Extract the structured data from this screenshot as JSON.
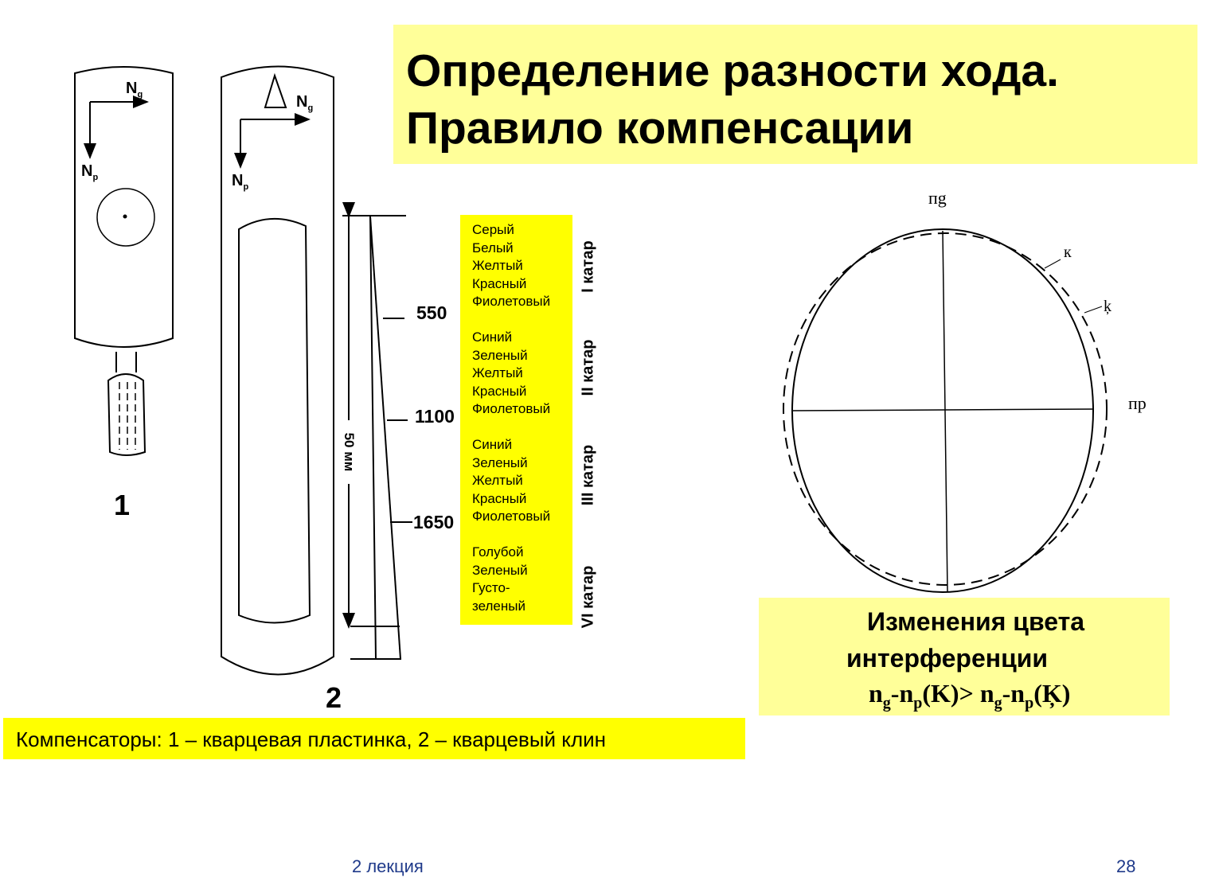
{
  "title": {
    "line1": "Определение разности хода.",
    "line2": "Правило компенсации"
  },
  "compensator1": {
    "label": "1",
    "axis_g": "N",
    "axis_g_sub": "g",
    "axis_p": "N",
    "axis_p_sub": "p"
  },
  "compensator2": {
    "label": "2",
    "axis_g": "N",
    "axis_g_sub": "g",
    "axis_p": "N",
    "axis_p_sub": "p",
    "length_label": "50 мм"
  },
  "scale_marks": [
    "550",
    "1100",
    "1650"
  ],
  "color_groups": [
    {
      "colors": [
        "Серый",
        "Белый",
        "Желтый",
        "Красный",
        "Фиолетовый"
      ],
      "order": "I катар"
    },
    {
      "colors": [
        "Синий",
        "Зеленый",
        "Желтый",
        "Красный",
        "Фиолетовый"
      ],
      "order": "II катар"
    },
    {
      "colors": [
        "Синий",
        "Зеленый",
        "Желтый",
        "Красный",
        "Фиолетовый"
      ],
      "order": "III катар"
    },
    {
      "colors": [
        "Голубой",
        "Зеленый",
        "Густо-",
        "зеленый"
      ],
      "order": "VI катар"
    }
  ],
  "indicatrix": {
    "ng_label": "пg",
    "np_label": "пр",
    "k1_label": "к",
    "k2_label": "ķ"
  },
  "interference": {
    "line1": "Изменения цвета",
    "line2": "интерференции",
    "formula": {
      "a": "n",
      "a_sub": "g",
      "b": "-n",
      "b_sub": "p",
      "c": "(K)> n",
      "c_sub": "g",
      "d": "-n",
      "d_sub": "p",
      "e": "(Ķ)"
    }
  },
  "caption": "Компенсаторы:  1 – кварцевая  пластинка, 2 – кварцевый  клин",
  "footer": {
    "lecture": "2 лекция",
    "page": "28"
  },
  "colors": {
    "title_bg": "#ffff99",
    "table_bg": "#ffff00",
    "footer_text": "#1f3a8a"
  }
}
